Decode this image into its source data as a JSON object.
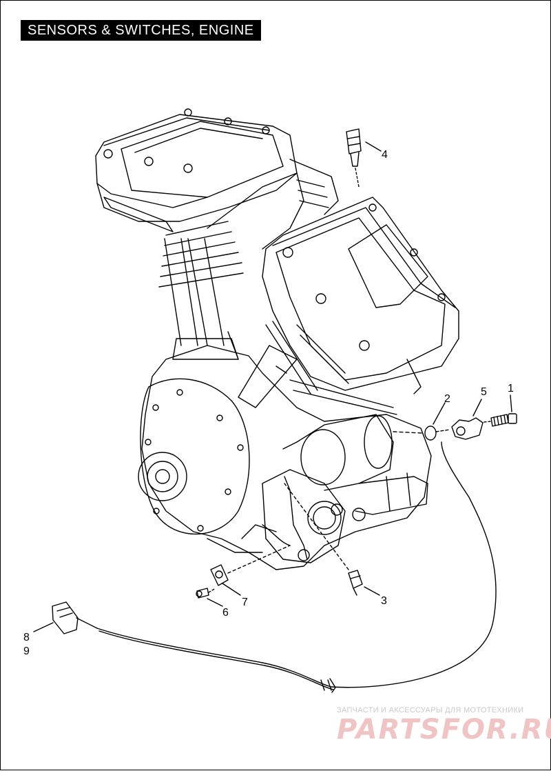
{
  "title": "SENSORS & SWITCHES, ENGINE",
  "callouts": {
    "c1": "1",
    "c2": "2",
    "c3": "3",
    "c4": "4",
    "c5": "5",
    "c6": "6",
    "c7": "7",
    "c8": "8",
    "c9": "9"
  },
  "watermark": {
    "subtitle": "ЗАПЧАСТИ И АКСЕССУАРЫ ДЛЯ МОТОТЕХНИКИ",
    "logo": "PARTSFOR.RU"
  },
  "colors": {
    "line": "#000000",
    "title_bg": "#000000",
    "title_text": "#ffffff",
    "watermark_logo": "#f0c4c4",
    "watermark_text": "#c9c9c9"
  }
}
